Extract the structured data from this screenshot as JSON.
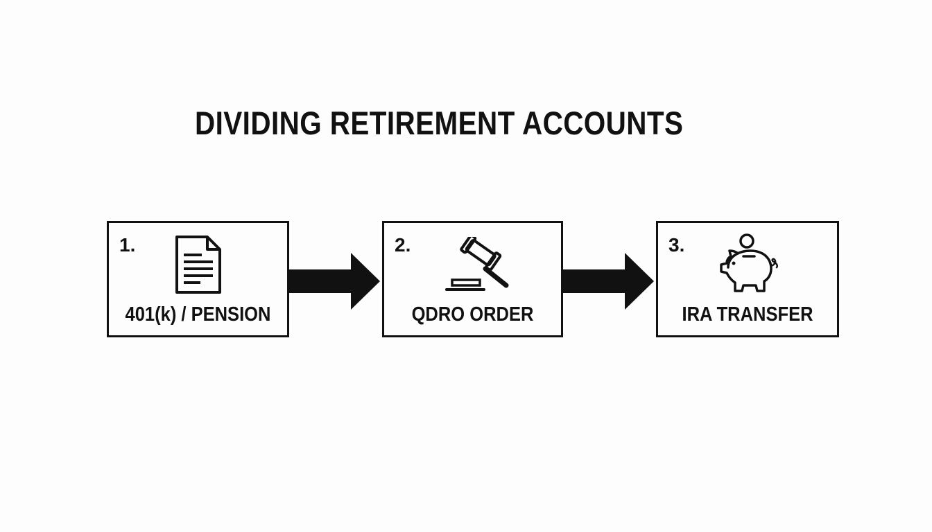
{
  "title": "DIVIDING RETIREMENT ACCOUNTS",
  "steps": [
    {
      "number": "1.",
      "label": "401(k) / PENSION",
      "icon": "document-icon"
    },
    {
      "number": "2.",
      "label": "QDRO ORDER",
      "icon": "gavel-icon"
    },
    {
      "number": "3.",
      "label": "IRA TRANSFER",
      "icon": "piggy-bank-icon"
    }
  ],
  "colors": {
    "stroke": "#111111",
    "background": "#fdfdfd"
  }
}
